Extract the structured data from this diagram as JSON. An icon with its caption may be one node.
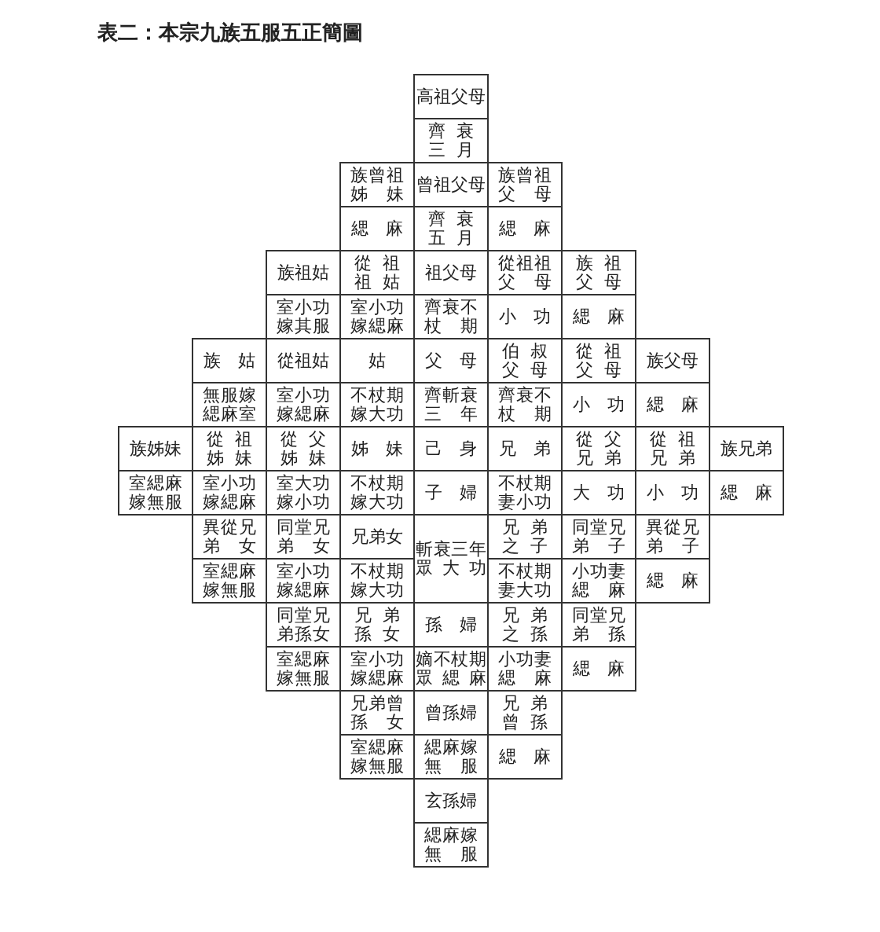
{
  "diagram": {
    "title": "表二：本宗九族五服五正簡圖",
    "nodes": [
      {
        "text": [
          "高祖父母"
        ]
      },
      {
        "text": [
          "齊衰三月"
        ]
      },
      {
        "text": [
          "族曾祖姊妹"
        ]
      },
      {
        "text": [
          "曾祖父母"
        ]
      },
      {
        "text": [
          "族曾祖父母"
        ]
      },
      {
        "text": [
          "緦麻"
        ]
      },
      {
        "text": [
          "齊衰五月"
        ]
      },
      {
        "text": [
          "緦麻"
        ]
      },
      {
        "text": [
          "族祖姑"
        ]
      },
      {
        "text": [
          "從祖祖姑"
        ]
      },
      {
        "text": [
          "祖父母"
        ]
      },
      {
        "text": [
          "從祖祖父母"
        ]
      },
      {
        "text": [
          "族祖父母"
        ]
      },
      {
        "text": [
          "室小功嫁其服"
        ]
      },
      {
        "text": [
          "室小功嫁緦麻"
        ]
      },
      {
        "text": [
          "齊衰不杖期"
        ]
      },
      {
        "text": [
          "小功"
        ]
      },
      {
        "text": [
          "緦麻"
        ]
      },
      {
        "text": [
          "族姑"
        ]
      },
      {
        "text": [
          "從祖姑"
        ]
      },
      {
        "text": [
          "姑"
        ]
      },
      {
        "text": [
          "父母"
        ]
      },
      {
        "text": [
          "伯叔父母"
        ]
      },
      {
        "text": [
          "從祖父母"
        ]
      },
      {
        "text": [
          "族父母"
        ]
      },
      {
        "text": [
          "無服嫁緦麻室"
        ]
      },
      {
        "text": [
          "室小功嫁緦麻"
        ]
      },
      {
        "text": [
          "不杖期嫁大功"
        ]
      },
      {
        "text": [
          "齊斬衰三年"
        ]
      },
      {
        "text": [
          "齊衰不杖期"
        ]
      },
      {
        "text": [
          "小功"
        ]
      },
      {
        "text": [
          "緦麻"
        ]
      },
      {
        "text": [
          "族姊妹"
        ]
      },
      {
        "text": [
          "從祖姊妹"
        ]
      },
      {
        "text": [
          "從父姊妹"
        ]
      },
      {
        "text": [
          "姊妹"
        ]
      },
      {
        "text": [
          "己身"
        ]
      },
      {
        "text": [
          "兄弟"
        ]
      },
      {
        "text": [
          "從父兄弟"
        ]
      },
      {
        "text": [
          "從祖兄弟"
        ]
      },
      {
        "text": [
          "族兄弟"
        ]
      },
      {
        "text": [
          "室緦麻嫁無服"
        ]
      },
      {
        "text": [
          "室小功嫁緦麻"
        ]
      },
      {
        "text": [
          "室大功嫁小功"
        ]
      },
      {
        "text": [
          "不杖期嫁大功"
        ]
      },
      {
        "text": [
          "子婦"
        ]
      },
      {
        "text": [
          "不杖期妻小功"
        ]
      },
      {
        "text": [
          "大功"
        ]
      },
      {
        "text": [
          "小功"
        ]
      },
      {
        "text": [
          "緦麻"
        ]
      },
      {
        "text": [
          "異從兄弟女"
        ]
      },
      {
        "text": [
          "同堂兄弟女"
        ]
      },
      {
        "text": [
          "兄弟女"
        ]
      },
      {
        "text": [
          "斬衰三年眾大功"
        ]
      },
      {
        "text": [
          "兄弟之子"
        ]
      },
      {
        "text": [
          "同堂兄弟子"
        ]
      },
      {
        "text": [
          "異從兄弟子"
        ]
      },
      {
        "text": [
          "室緦麻嫁無服"
        ]
      },
      {
        "text": [
          "室小功嫁緦麻"
        ]
      },
      {
        "text": [
          "不杖期嫁大功"
        ]
      },
      {
        "text": [
          "不杖期妻大功"
        ]
      },
      {
        "text": [
          "小功妻緦麻"
        ]
      },
      {
        "text": [
          "緦麻"
        ]
      },
      {
        "text": [
          "同堂兄弟孫女"
        ]
      },
      {
        "text": [
          "兄弟孫女"
        ]
      },
      {
        "text": [
          "孫婦"
        ]
      },
      {
        "text": [
          "兄弟之孫"
        ]
      },
      {
        "text": [
          "同堂兄弟孫"
        ]
      },
      {
        "text": [
          "室緦麻嫁無服"
        ]
      },
      {
        "text": [
          "室小功嫁緦麻"
        ]
      },
      {
        "text": [
          "嫡不杖期眾緦麻"
        ]
      },
      {
        "text": [
          "小功妻緦麻"
        ]
      },
      {
        "text": [
          "緦麻"
        ]
      },
      {
        "text": [
          "兄弟曾孫女"
        ]
      },
      {
        "text": [
          "曾孫婦"
        ]
      },
      {
        "text": [
          "兄弟曾孫"
        ]
      },
      {
        "text": [
          "室緦麻嫁無服"
        ]
      },
      {
        "text": [
          "緦麻嫁無服"
        ]
      },
      {
        "text": [
          "緦麻"
        ]
      },
      {
        "text": [
          "玄孫婦"
        ]
      },
      {
        "text": [
          "緦麻嫁無服"
        ]
      }
    ]
  }
}
